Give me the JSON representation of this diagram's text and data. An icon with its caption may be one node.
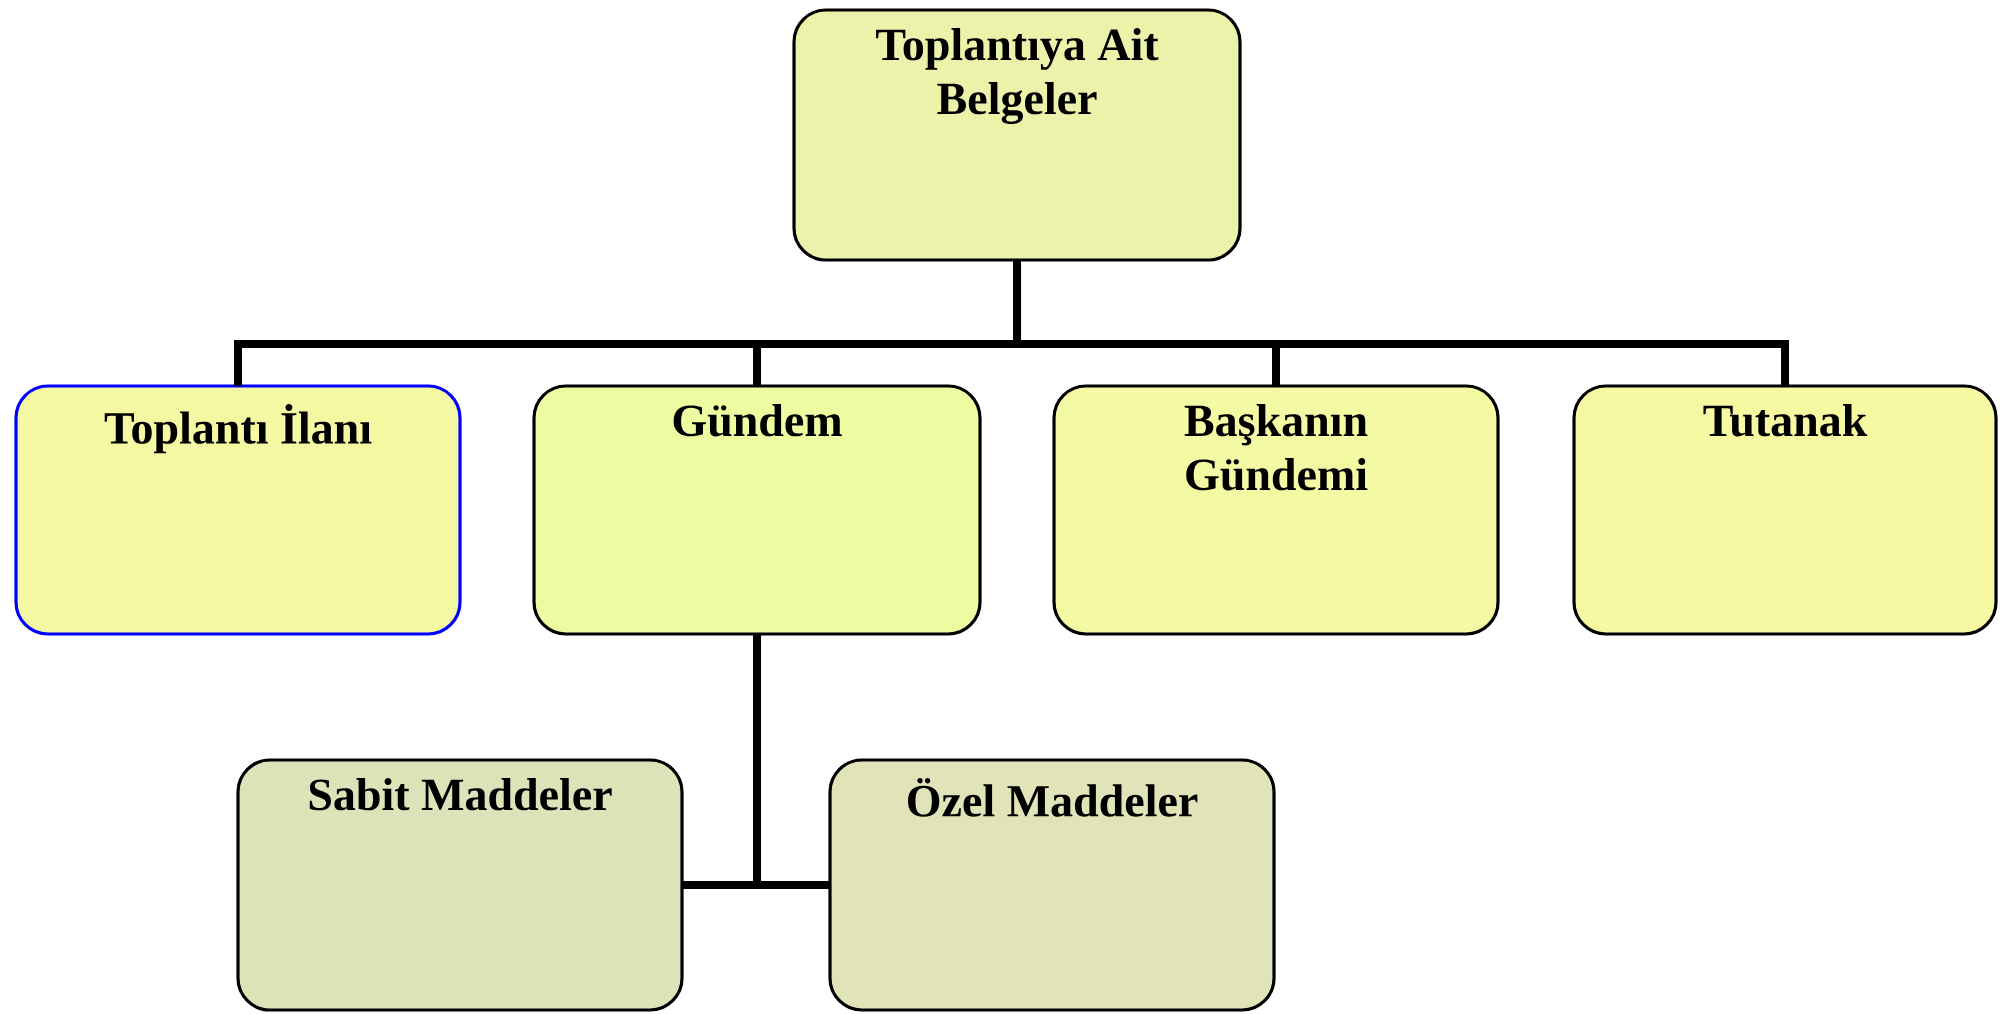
{
  "diagram": {
    "nodes": [
      {
        "text": [
          "Toplantıya Ait Belgeler"
        ]
      },
      {
        "text": [
          "Toplantı İlanı"
        ]
      },
      {
        "text": [
          "Gündem"
        ]
      },
      {
        "text": [
          "Başkanın Gündemi"
        ]
      },
      {
        "text": [
          "Tutanak"
        ]
      },
      {
        "text": [
          "Sabit Maddeler"
        ]
      },
      {
        "text": [
          "Özel Maddeler"
        ]
      }
    ],
    "edges": [
      {
        "from": 0,
        "to": 1,
        "arrow": "none"
      },
      {
        "from": 0,
        "to": 2,
        "arrow": "none"
      },
      {
        "from": 0,
        "to": 3,
        "arrow": "none"
      },
      {
        "from": 0,
        "to": 4,
        "arrow": "none"
      },
      {
        "from": 2,
        "to": 5,
        "arrow": "none"
      },
      {
        "from": 2,
        "to": 6,
        "arrow": "none"
      }
    ]
  }
}
